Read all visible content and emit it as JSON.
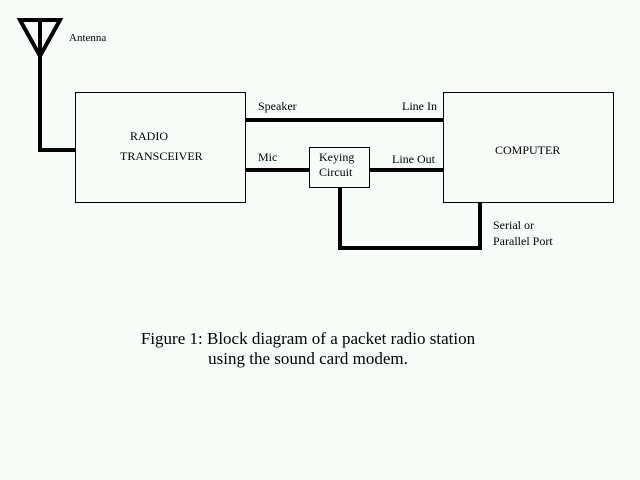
{
  "labels": {
    "antenna": "Antenna",
    "radio_line1": "RADIO",
    "radio_line2": "TRANSCEIVER",
    "speaker": "Speaker",
    "mic": "Mic",
    "keying_line1": "Keying",
    "keying_line2": "Circuit",
    "line_in": "Line In",
    "line_out": "Line Out",
    "computer": "COMPUTER",
    "port_line1": "Serial or",
    "port_line2": "Parallel Port"
  },
  "caption": {
    "line1": "Figure 1: Block diagram of a packet radio station",
    "line2": "using the sound card modem."
  }
}
